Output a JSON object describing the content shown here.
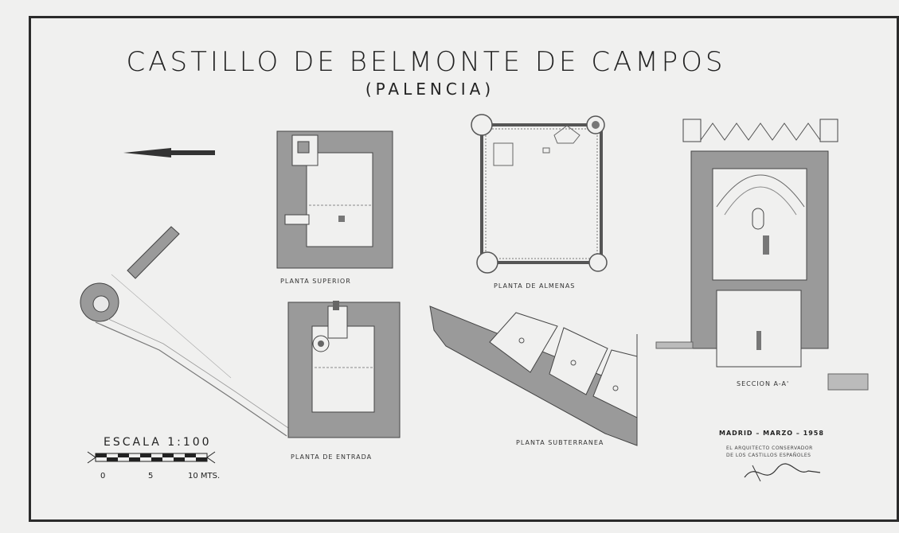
{
  "sheet": {
    "title": "CASTILLO DE BELMONTE DE CAMPOS",
    "subtitle": "(PALENCIA)"
  },
  "views": {
    "upper_floor": "PLANTA SUPERIOR",
    "battlements": "PLANTA DE ALMENAS",
    "entrance_floor": "PLANTA DE ENTRADA",
    "underground_floor": "PLANTA SUBTERRANEA",
    "section": "SECCION A-A'"
  },
  "scale": {
    "title": "ESCALA 1:100",
    "ticks": [
      "0",
      "5",
      "10 MTS."
    ]
  },
  "footer": {
    "date": "MADRID – MARZO – 1958",
    "note_1": "EL ARQUITECTO CONSERVADOR",
    "note_2": "DE LOS CASTILLOS ESPAÑOLES"
  },
  "colors": {
    "paper": "#f0f0ef",
    "wall_fill": "#9a9a9a",
    "ink": "#2b2b2b"
  },
  "icons": {
    "north_arrow": "arrow-left-icon",
    "signature": "signature-icon"
  }
}
